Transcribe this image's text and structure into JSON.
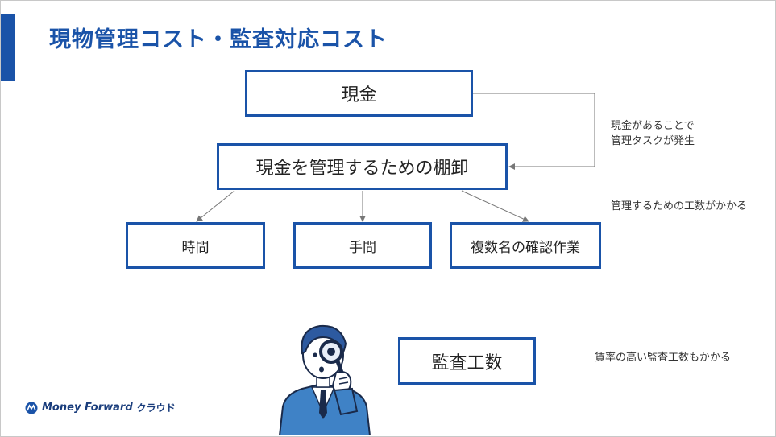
{
  "slide": {
    "title": "現物管理コスト・監査対応コスト"
  },
  "diagram": {
    "cash": "現金",
    "inventory": "現金を管理するための棚卸",
    "time": "時間",
    "effort": "手間",
    "confirmation": "複数名の確認作業",
    "audit": "監査工数"
  },
  "notes": {
    "task_line1": "現金があることで",
    "task_line2": "管理タスクが発生",
    "manage": "管理するための工数がかかる",
    "audit": "賃率の高い監査工数もかかる"
  },
  "logo": {
    "brand": "Money Forward",
    "suffix": "クラウド"
  },
  "colors": {
    "accent": "#1a53a8",
    "arrow": "#777777"
  },
  "icons": {
    "person": "person-with-magnifier-icon",
    "logo_mark": "money-forward-logo-icon"
  }
}
